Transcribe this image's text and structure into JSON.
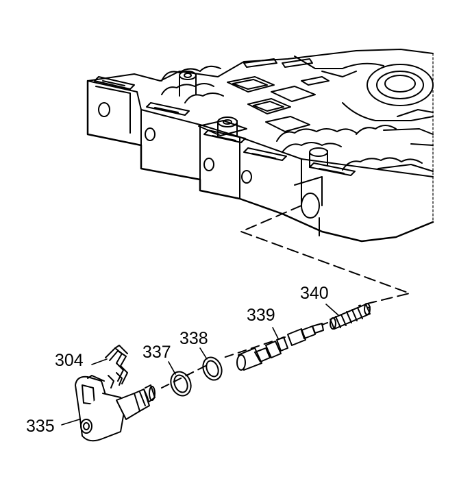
{
  "callouts": {
    "c304": "304",
    "c335": "335",
    "c337": "337",
    "c338": "338",
    "c339": "339",
    "c340": "340"
  },
  "colors": {
    "line": "#000000",
    "background": "#ffffff"
  }
}
